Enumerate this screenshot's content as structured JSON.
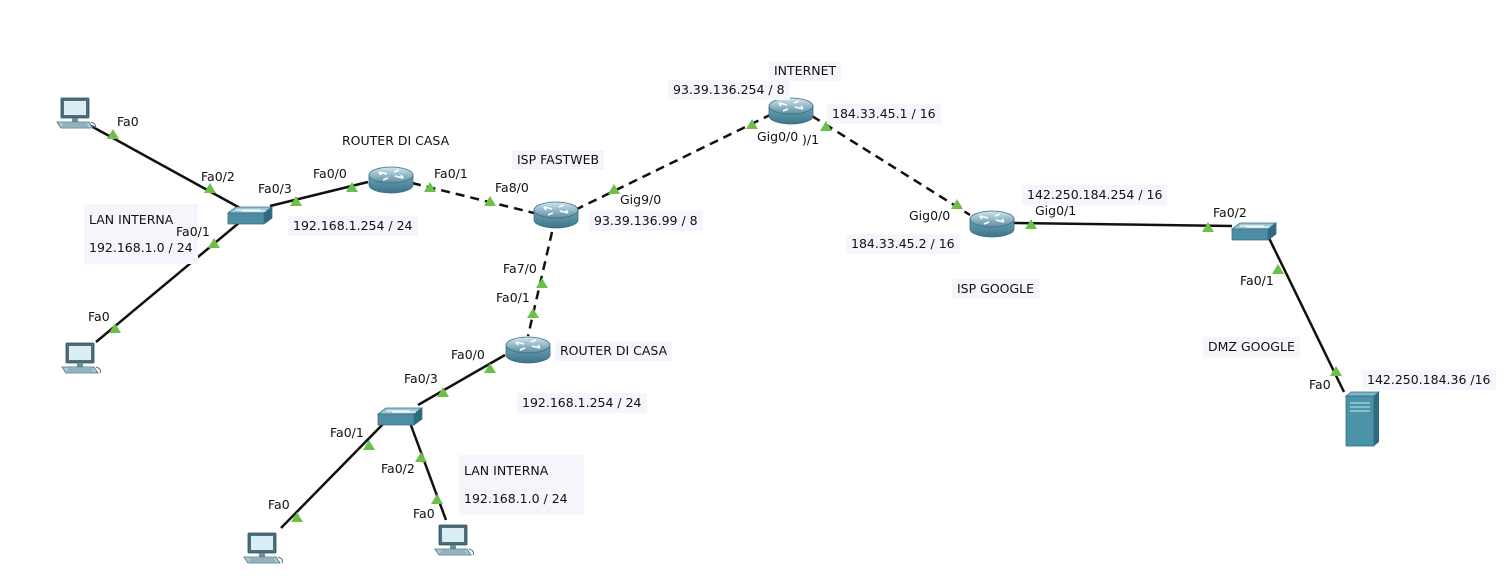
{
  "devices": {
    "pc1": "pc-icon",
    "pc2": "pc-icon",
    "pc3": "pc-icon",
    "pc4": "pc-icon",
    "switch1": "switch-icon",
    "switch2": "switch-icon",
    "switch3": "switch-icon",
    "router_home1": "router-icon",
    "router_home2": "router-icon",
    "router_isp_fastweb": "router-icon",
    "router_internet": "router-icon",
    "router_isp_google": "router-icon",
    "server": "server-icon"
  },
  "notes": {
    "router_di_casa_1": "ROUTER DI CASA",
    "router_di_casa_2": "ROUTER DI CASA",
    "isp_fastweb": "ISP FASTWEB",
    "internet": "INTERNET",
    "isp_google": "ISP GOOGLE",
    "dmz_google": "DMZ GOOGLE",
    "lan_interna_1_title": "LAN INTERNA",
    "lan_interna_1_net": "192.168.1.0 / 24",
    "lan_interna_2_title": "LAN INTERNA",
    "lan_interna_2_net": "192.168.1.0 / 24",
    "ip_router_casa_1": "192.168.1.254 / 24",
    "ip_router_casa_2": "192.168.1.254 / 24",
    "ip_fastweb": "93.39.136.99 / 8",
    "ip_internet_left": "93.39.136.254 / 8",
    "ip_internet_right": "184.33.45.1 / 16",
    "ip_google_left": "184.33.45.2 / 16",
    "ip_google_right": "142.250.184.254 / 16",
    "ip_server": "142.250.184.36 /16"
  },
  "ports": {
    "pc1_fa0": "Fa0",
    "sw1_fa0_2": "Fa0/2",
    "sw1_fa0_3": "Fa0/3",
    "sw1_fa0_1": "Fa0/1",
    "pc2_fa0": "Fa0",
    "r1_fa0_0": "Fa0/0",
    "r1_fa0_1": "Fa0/1",
    "fw_fa8_0": "Fa8/0",
    "fw_gig9_0": "Gig9/0",
    "fw_fa7_0": "Fa7/0",
    "inet_gig0_0": "Gig0/0",
    "inet_0_1": ")/1",
    "g_gig0_0": "Gig0/0",
    "g_gig0_1": "Gig0/1",
    "sw3_fa0_2": "Fa0/2",
    "sw3_fa0_1": "Fa0/1",
    "srv_fa0": "Fa0",
    "r2_fa0_1": "Fa0/1",
    "r2_fa0_0": "Fa0/0",
    "sw2_fa0_3": "Fa0/3",
    "sw2_fa0_1": "Fa0/1",
    "sw2_fa0_2": "Fa0/2",
    "pc3_fa0": "Fa0",
    "pc4_fa0": "Fa0"
  },
  "colors": {
    "link": "#111111",
    "port_indicator": "#6cc04a",
    "router_body": "#5b9ab0",
    "switch_body": "#4d8ea5",
    "pc_screen": "#d9eef5",
    "note_bg": "#f4f6fc"
  }
}
